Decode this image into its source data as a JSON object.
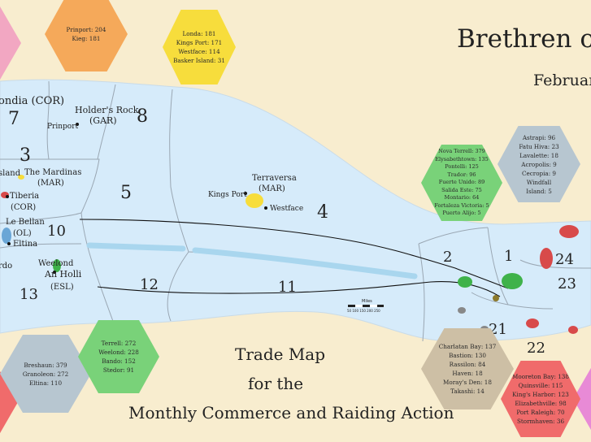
{
  "title": "Brethren of t",
  "subtitle": "February",
  "trade_title": [
    "Trade Map",
    "for the",
    "Monthly Commerce and Raiding Action"
  ],
  "colors": {
    "parchment": "#f8edcf",
    "sea": "#d6ebfa",
    "orange": "#f5a95a",
    "yellow": "#f7dd3c",
    "green": "#79d279",
    "grey_blue": "#b7c6d0",
    "tan": "#cdbfa5",
    "red": "#f06b6b",
    "pink": "#f2a7c2",
    "magenta": "#e88ad6"
  },
  "hexes": [
    {
      "id": "orange-top",
      "items": [
        "Prinport: 204",
        "Kieg: 181"
      ]
    },
    {
      "id": "yellow-top",
      "items": [
        "Londa: 181",
        "Kings Port: 171",
        "Westface: 114",
        "Basker Island: 31"
      ]
    },
    {
      "id": "green-mid",
      "items": [
        "Nova Terrell: 379",
        "Elysabethtown: 135",
        "Pontelli: 125",
        "Trador: 96",
        "Fuerte Unido: 89",
        "Salida Este: 75",
        "Montario: 64",
        "Fortaleza Victoria: 5",
        "Puerto Alijo: 5"
      ]
    },
    {
      "id": "grey-mid",
      "items": [
        "Astrapi: 96",
        "Fatu Hiva: 23",
        "Lavalette: 18",
        "Acropolis: 9",
        "Cecropia: 9",
        "Windfall",
        "Island: 5"
      ]
    },
    {
      "id": "grey-bottom",
      "items": [
        "Breshaun: 379",
        "Granoleon: 272",
        "Eltina: 110"
      ]
    },
    {
      "id": "green-bottom",
      "items": [
        "Terrell: 272",
        "Weelond: 228",
        "Bando: 152",
        "Stedor: 91"
      ]
    },
    {
      "id": "tan-bottom",
      "items": [
        "Charlatan Bay: 137",
        "Bastion: 130",
        "Rassilon: 84",
        "Haven: 18",
        "Moray's Den: 18",
        "Takashi: 14"
      ]
    },
    {
      "id": "red-bottom",
      "items": [
        "Mooreton Bay: 138",
        "Quinsville: 115",
        "King's Harbor: 123",
        "Elizabethville: 98",
        "Port Raleigh: 70",
        "Stormhaven: 36"
      ]
    }
  ],
  "zones": [
    "4",
    "5",
    "7",
    "8",
    "3",
    "10",
    "12",
    "11",
    "13",
    "2",
    "1",
    "24",
    "23",
    "21",
    "22"
  ],
  "places": {
    "ondia": "ondia (COR)",
    "holders_rock": "Holder's Rock",
    "holders_rock_sub": "(GAR)",
    "prinport": "Prinport",
    "island": "sland",
    "mardinas": "The Mardinas",
    "mardinas_sub": "(MAR)",
    "tiberia": "Tiberia",
    "tiberia_sub": "(COR)",
    "le_bellan": "Le Bellan",
    "le_bellan_sub": "(OL)",
    "eltina": "Eltina",
    "rdo": "rdo",
    "weelond": "Weelond",
    "an_holli": "An Holli",
    "an_holli_sub": "(ESL)",
    "terraversa": "Terraversa",
    "terraversa_sub": "(MAR)",
    "kings_port": "Kings Port",
    "westface": "Westface",
    "miles": "Miles",
    "scale_ticks": "50 100 150 200 250"
  }
}
